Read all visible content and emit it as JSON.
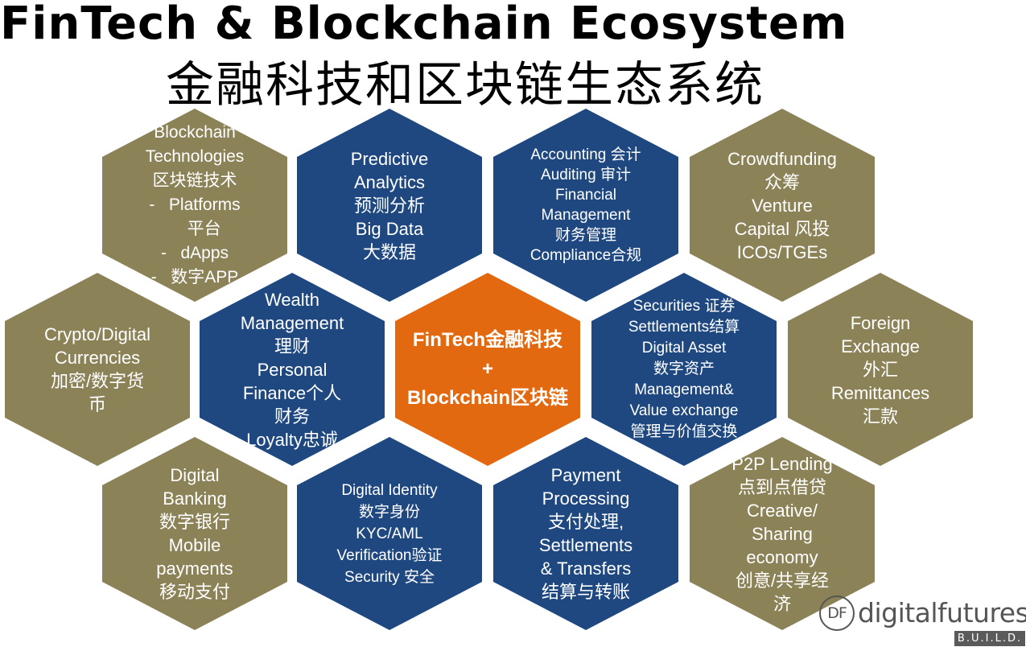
{
  "title": {
    "en": "FinTech & Blockchain Ecosystem",
    "zh": "金融科技和区块链生态系统"
  },
  "hexagons": [
    {
      "color": "olive",
      "lines": [
        "Blockchain",
        "Technologies",
        "区块链技术",
        "-   Platforms",
        "    平台",
        "-   dApps",
        "-   数字APP"
      ]
    },
    {
      "color": "navy",
      "lines": [
        "Predictive",
        "Analytics",
        "预测分析",
        "Big Data",
        "大数据"
      ]
    },
    {
      "color": "navy",
      "lines": [
        "Accounting 会计",
        "Auditing 审计",
        "Financial",
        "Management",
        "财务管理",
        "Compliance合规"
      ]
    },
    {
      "color": "olive",
      "lines": [
        "Crowdfunding",
        "众筹",
        "Venture",
        "Capital 风投",
        "ICOs/TGEs"
      ]
    },
    {
      "color": "olive",
      "lines": [
        "Crypto/Digital",
        "Currencies",
        "加密/数字货",
        "币"
      ]
    },
    {
      "color": "navy",
      "lines": [
        "Wealth",
        "Management",
        "理财",
        "Personal",
        "Finance个人",
        "财务",
        "Loyalty忠诚"
      ]
    },
    {
      "color": "orange",
      "lines": [
        "FinTech金融科技",
        "+",
        "Blockchain区块链"
      ]
    },
    {
      "color": "navy",
      "lines": [
        "Securities 证券",
        "Settlements结算",
        "Digital Asset",
        "数字资产",
        "Management&",
        "Value exchange",
        "管理与价值交换"
      ]
    },
    {
      "color": "olive",
      "lines": [
        "Foreign",
        "Exchange",
        "外汇",
        "Remittances",
        "汇款"
      ]
    },
    {
      "color": "olive",
      "lines": [
        "Digital",
        "Banking",
        "数字银行",
        "Mobile",
        "payments",
        "移动支付"
      ]
    },
    {
      "color": "navy",
      "lines": [
        "Digital Identity",
        "数字身份",
        "KYC/AML",
        "Verification验证",
        "Security 安全"
      ]
    },
    {
      "color": "navy",
      "lines": [
        "Payment",
        "Processing",
        "支付处理,",
        "Settlements",
        "& Transfers",
        "结算与转账"
      ]
    },
    {
      "color": "olive",
      "lines": [
        "P2P Lending",
        "点到点借贷",
        "Creative/",
        "Sharing",
        "economy",
        "创意/共享经",
        "济"
      ]
    }
  ],
  "logo": {
    "mark": "DF",
    "name": "digitalfutures",
    "tagline": "B.U.I.L.D."
  },
  "colors": {
    "olive": "#8c8258",
    "navy": "#1f4881",
    "orange": "#e2690f"
  }
}
